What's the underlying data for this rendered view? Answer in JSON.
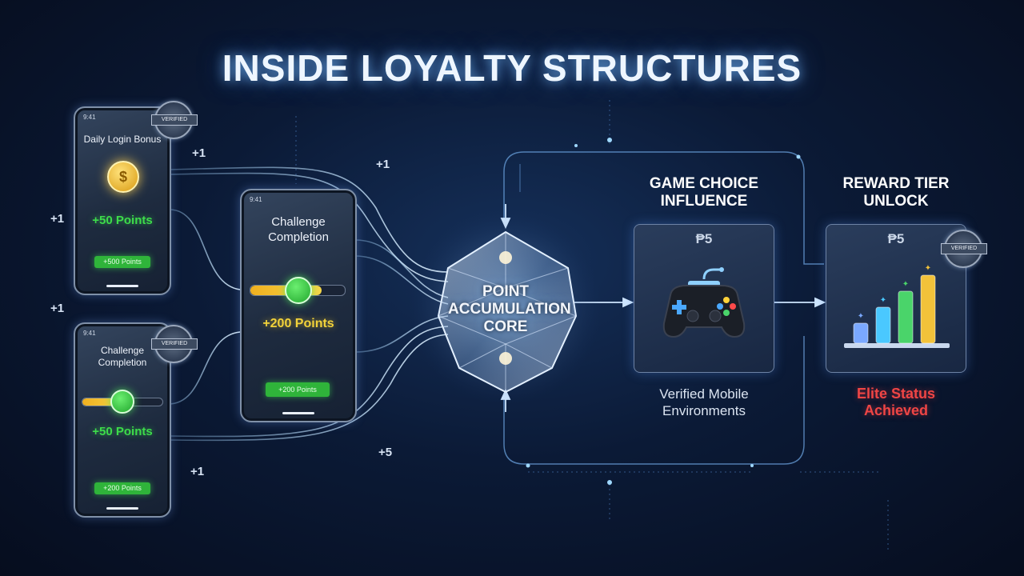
{
  "title": "INSIDE LOYALTY STRUCTURES",
  "phones": {
    "daily": {
      "status": "9:41",
      "title": "Daily Login Bonus",
      "points": "+50 Points",
      "pill": "+500 Points",
      "badge": "VERIFIED",
      "coin_symbol": "$"
    },
    "challenge_small": {
      "status": "9:41",
      "title": "Challenge Completion",
      "points": "+50 Points",
      "pill": "+200 Points",
      "badge": "VERIFIED",
      "progress": 0.55
    },
    "challenge_main": {
      "status": "9:41",
      "title": "Challenge Completion",
      "points": "+200 Points",
      "pill": "+200 Points",
      "progress": 0.75
    }
  },
  "increments": {
    "a": "+1",
    "b": "+1",
    "c": "+1",
    "d": "+1",
    "e": "+1",
    "f": "+5"
  },
  "core": {
    "label_line1": "POINT",
    "label_line2": "ACCUMULATION",
    "label_line3": "CORE"
  },
  "game": {
    "heading_line1": "GAME CHOICE",
    "heading_line2": "INFLUENCE",
    "tag": "₱5",
    "caption_line1": "Verified Mobile",
    "caption_line2": "Environments"
  },
  "reward": {
    "heading_line1": "REWARD TIER",
    "heading_line2": "UNLOCK",
    "tag": "₱5",
    "badge": "VERIFIED",
    "status_line1": "Elite Status",
    "status_line2": "Achieved",
    "bars": [
      0.25,
      0.45,
      0.65,
      0.85
    ]
  },
  "colors": {
    "green": "#3ddc4a",
    "yellow": "#f2d23a",
    "red": "#ef4545",
    "glow": "#7ec8ff"
  }
}
